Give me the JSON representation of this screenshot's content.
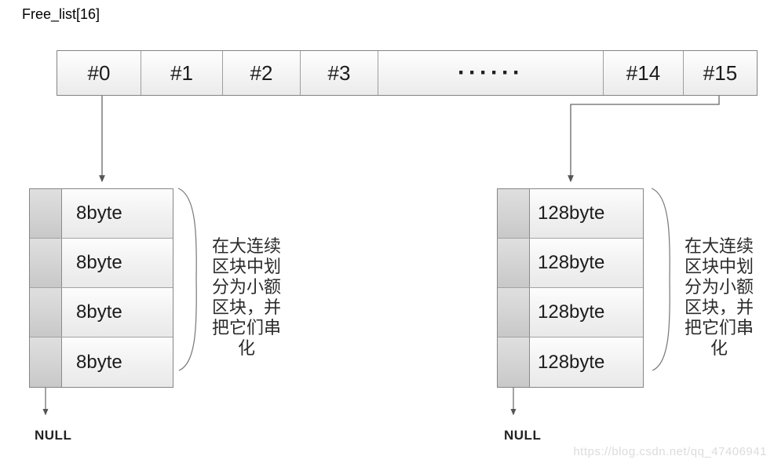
{
  "title": "Free_list[16]",
  "free_list_array": {
    "cells": [
      "#0",
      "#1",
      "#2",
      "#3",
      "······",
      "#14",
      "#15"
    ]
  },
  "left_chain": {
    "blocks": [
      "8byte",
      "8byte",
      "8byte",
      "8byte"
    ],
    "terminator": "NULL",
    "annotation": "在大连续区块中划分为小额区块，并把它们串化"
  },
  "right_chain": {
    "blocks": [
      "128byte",
      "128byte",
      "128byte",
      "128byte"
    ],
    "terminator": "NULL",
    "annotation": "在大连续区块中划分为小额区块，并把它们串化"
  },
  "watermark": "https://blog.csdn.net/qq_47406941",
  "colors": {
    "background": "#ffffff",
    "cell_border": "#8a8a8a",
    "cell_fill_top": "#fefefe",
    "cell_fill_bottom": "#ebebeb",
    "pointer_cell_fill": "#cfcfcf",
    "arrow": "#666666",
    "text": "#1c1c1c",
    "watermark": "#dcdcdc"
  }
}
